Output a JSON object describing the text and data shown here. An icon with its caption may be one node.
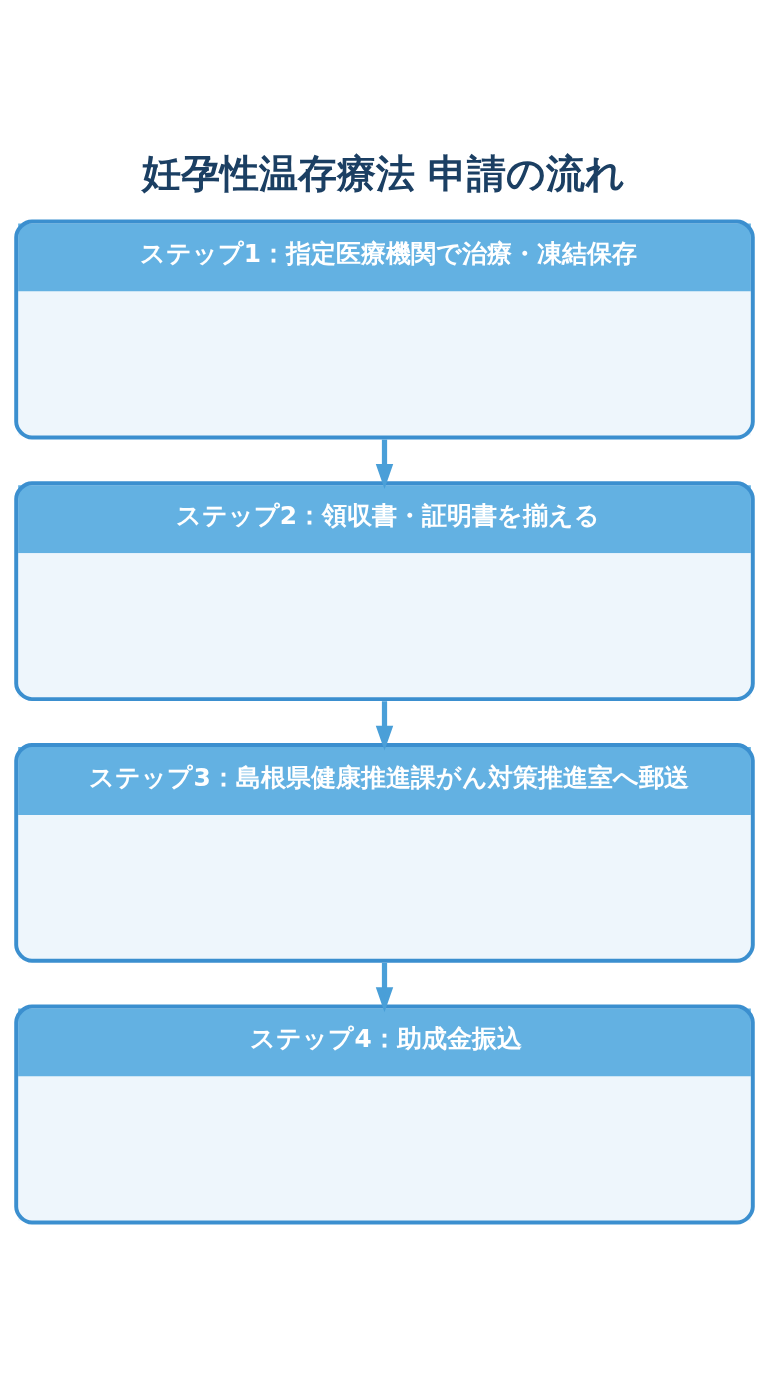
{
  "diagram": {
    "title": "妊孕性温存療法 申請の流れ",
    "nodes": [
      {
        "text": [
          "ステップ1：指定医療機関で治療・凍結保存"
        ]
      },
      {
        "text": [
          "ステップ2：領収書・証明書を揃える"
        ]
      },
      {
        "text": [
          "ステップ3：島根県健康推進課がん対策推進室へ郵送"
        ]
      },
      {
        "text": [
          "ステップ4：助成金振込"
        ]
      }
    ],
    "edges": [
      {
        "from": 0,
        "to": 1,
        "arrow": "to"
      },
      {
        "from": 1,
        "to": 2,
        "arrow": "to"
      },
      {
        "from": 2,
        "to": 3,
        "arrow": "to"
      }
    ]
  }
}
